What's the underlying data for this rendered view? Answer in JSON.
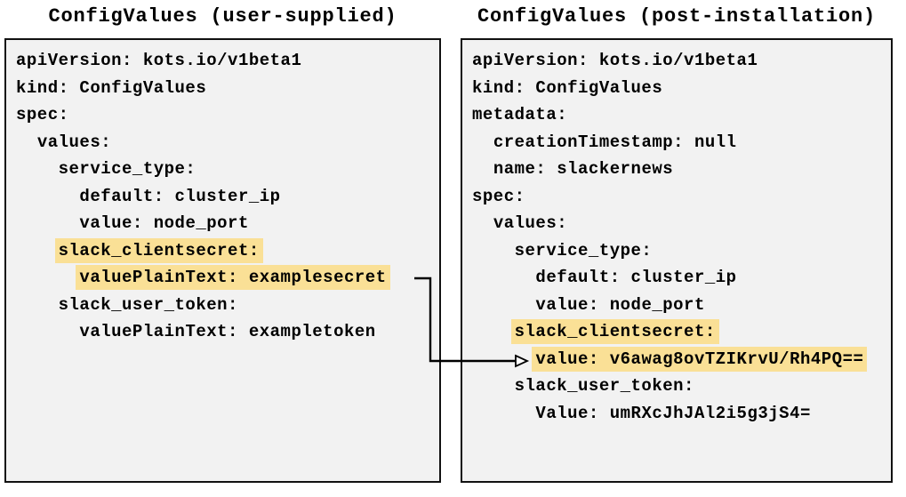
{
  "colors": {
    "panel_bg": "#f2f2f2",
    "panel_border": "#111111",
    "highlight": "#fae096",
    "text": "#000000",
    "arrow": "#000000"
  },
  "panels": [
    {
      "id": "user-supplied",
      "title": "ConfigValues (user-supplied)",
      "lines": [
        {
          "indent": 0,
          "text": "apiVersion: kots.io/v1beta1",
          "highlight": false
        },
        {
          "indent": 0,
          "text": "kind: ConfigValues",
          "highlight": false
        },
        {
          "indent": 0,
          "text": "spec:",
          "highlight": false
        },
        {
          "indent": 2,
          "text": "values:",
          "highlight": false
        },
        {
          "indent": 4,
          "text": "service_type:",
          "highlight": false
        },
        {
          "indent": 6,
          "text": "default: cluster_ip",
          "highlight": false
        },
        {
          "indent": 6,
          "text": "value: node_port",
          "highlight": false
        },
        {
          "indent": 4,
          "text": "slack_clientsecret:",
          "highlight": true
        },
        {
          "indent": 6,
          "text": "valuePlainText: examplesecret",
          "highlight": true
        },
        {
          "indent": 4,
          "text": "slack_user_token:",
          "highlight": false
        },
        {
          "indent": 6,
          "text": "valuePlainText: exampletoken",
          "highlight": false
        }
      ]
    },
    {
      "id": "post-installation",
      "title": "ConfigValues (post-installation)",
      "lines": [
        {
          "indent": 0,
          "text": "apiVersion: kots.io/v1beta1",
          "highlight": false
        },
        {
          "indent": 0,
          "text": "kind: ConfigValues",
          "highlight": false
        },
        {
          "indent": 0,
          "text": "metadata:",
          "highlight": false
        },
        {
          "indent": 2,
          "text": "creationTimestamp: null",
          "highlight": false
        },
        {
          "indent": 2,
          "text": "name: slackernews",
          "highlight": false
        },
        {
          "indent": 0,
          "text": "spec:",
          "highlight": false
        },
        {
          "indent": 2,
          "text": "values:",
          "highlight": false
        },
        {
          "indent": 4,
          "text": "service_type:",
          "highlight": false
        },
        {
          "indent": 6,
          "text": "default: cluster_ip",
          "highlight": false
        },
        {
          "indent": 6,
          "text": "value: node_port",
          "highlight": false
        },
        {
          "indent": 4,
          "text": "slack_clientsecret:",
          "highlight": true
        },
        {
          "indent": 6,
          "text": "value: v6awag8ovTZIKrvU/Rh4PQ==",
          "highlight": true
        },
        {
          "indent": 4,
          "text": "slack_user_token:",
          "highlight": false
        },
        {
          "indent": 6,
          "text": "Value: umRXcJhJAl2i5g3jS4=",
          "highlight": false
        }
      ]
    }
  ],
  "arrow": {
    "from": "valuePlainText: examplesecret (user-supplied)",
    "to": "value: v6awag8ovTZIKrvU/Rh4PQ== (post-installation)"
  }
}
